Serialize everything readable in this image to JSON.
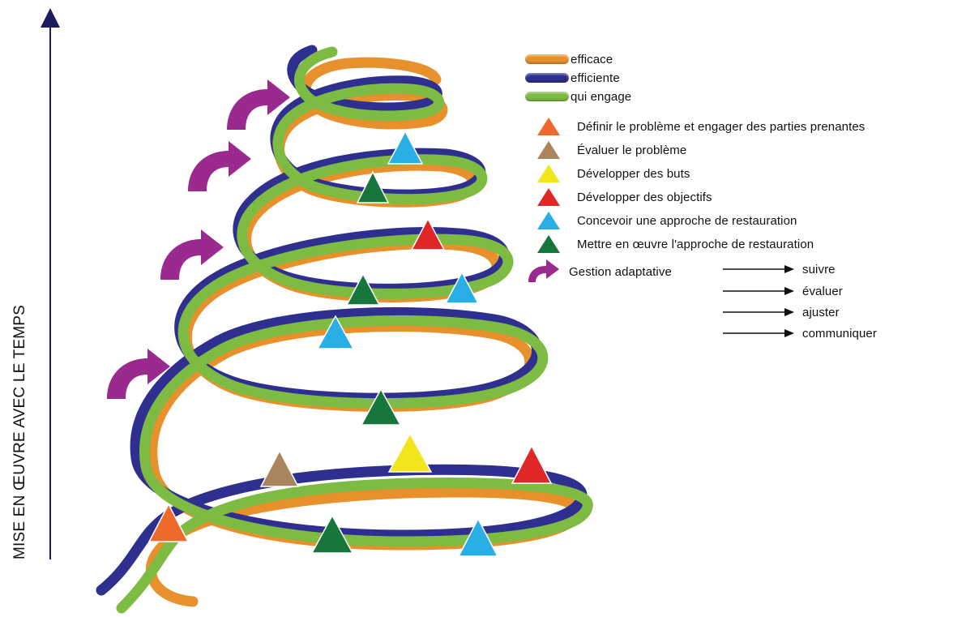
{
  "axis_label": "MISE EN ŒUVRE AVEC LE TEMPS",
  "colors": {
    "efficace": "#e8912c",
    "efficiente": "#2e2f8f",
    "qui_engage": "#7dbb42",
    "adaptive_arrow": "#9b2a8e",
    "axis": "#1f1c5e"
  },
  "legend": {
    "coils": [
      {
        "label": "efficace",
        "color": "#e8912c"
      },
      {
        "label": "efficiente",
        "color": "#2e2f8f"
      },
      {
        "label": "qui engage",
        "color": "#7dbb42"
      }
    ],
    "steps": [
      {
        "label": "Définir le problème et engager des parties prenantes",
        "color": "#ee6a2b"
      },
      {
        "label": "Évaluer le problème",
        "color": "#a9845c"
      },
      {
        "label": "Développer des buts",
        "color": "#f2e51c"
      },
      {
        "label": "Développer des objectifs",
        "color": "#e02727"
      },
      {
        "label": "Concevoir une approche de restauration",
        "color": "#2aaee6"
      },
      {
        "label": "Mettre en œuvre l'approche de restauration",
        "color": "#17763c"
      }
    ],
    "adaptive": {
      "label": "Gestion adaptative",
      "color": "#9b2a8e",
      "actions": [
        "suivre",
        "évaluer",
        "ajuster",
        "communiquer"
      ]
    }
  }
}
